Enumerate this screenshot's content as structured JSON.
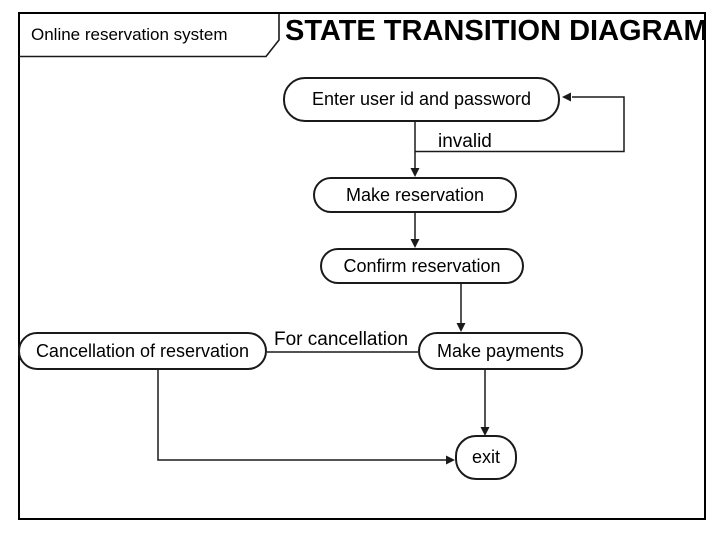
{
  "slide": {
    "tab_label": "Online reservation system",
    "title": "STATE TRANSITION DIAGRAM"
  },
  "diagram": {
    "type": "state-transition-diagram",
    "nodes": [
      {
        "label": "Enter user id and password"
      },
      {
        "label": "Make reservation"
      },
      {
        "label": "Confirm reservation"
      },
      {
        "label": "Make payments"
      },
      {
        "label": "Cancellation of reservation"
      },
      {
        "label": "exit"
      }
    ],
    "edges": [
      {
        "from": "Enter user id and password",
        "to": "Make reservation",
        "directed": true
      },
      {
        "from": "Enter user id and password",
        "to": "Enter user id and password",
        "label": "invalid",
        "directed": true
      },
      {
        "from": "Make reservation",
        "to": "Confirm reservation",
        "directed": true
      },
      {
        "from": "Confirm reservation",
        "to": "Make payments",
        "directed": true
      },
      {
        "between": [
          "Cancellation of reservation",
          "Make payments"
        ],
        "label": "For cancellation",
        "directed": false
      },
      {
        "from": "Make payments",
        "to": "exit",
        "directed": true
      },
      {
        "from": "Cancellation of reservation",
        "to": "exit",
        "directed": true
      }
    ]
  },
  "colors": {
    "ink": "#000000",
    "line": "#1a1a1a",
    "background": "#ffffff"
  }
}
